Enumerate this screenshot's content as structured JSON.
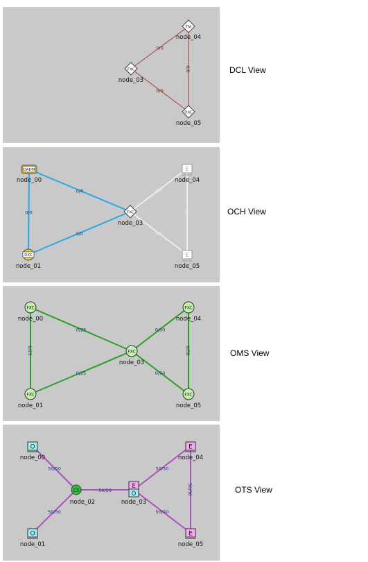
{
  "views": [
    {
      "label": "DCL View",
      "edge_color": "#a04040",
      "edge_label_color": "#6a2020",
      "nodes": [
        {
          "id": "node_04",
          "icon": "diamond",
          "badge": "TM"
        },
        {
          "id": "node_03",
          "icon": "diamond",
          "badge": "FXC"
        },
        {
          "id": "node_05",
          "icon": "diamond",
          "badge": "DXC"
        }
      ],
      "edges": [
        {
          "from": "node_03",
          "to": "node_04",
          "label": "0/0"
        },
        {
          "from": "node_03",
          "to": "node_05",
          "label": "0/0"
        },
        {
          "from": "node_04",
          "to": "node_05",
          "label": "0/0"
        }
      ]
    },
    {
      "label": "OCH View",
      "edge_color": "#2aa6e8",
      "dim_edge_color": "#ededed",
      "edge_label_color": "#1a2a7a",
      "nodes": [
        {
          "id": "node_00",
          "icon": "oadm",
          "badge": "OADM"
        },
        {
          "id": "node_01",
          "icon": "dxc",
          "badge": "DXC"
        },
        {
          "id": "node_03",
          "icon": "diamond",
          "badge": "FXC"
        },
        {
          "id": "node_04",
          "icon": "ebox-white",
          "badge": "E"
        },
        {
          "id": "node_05",
          "icon": "ebox-white",
          "badge": "E"
        }
      ],
      "edges": [
        {
          "from": "node_00",
          "to": "node_03",
          "label": "0/0",
          "dim": false
        },
        {
          "from": "node_00",
          "to": "node_01",
          "label": "0/0",
          "dim": false
        },
        {
          "from": "node_01",
          "to": "node_03",
          "label": "0/0",
          "dim": false
        },
        {
          "from": "node_03",
          "to": "node_04",
          "label": "0/0",
          "dim": true
        },
        {
          "from": "node_03",
          "to": "node_05",
          "label": "0/0",
          "dim": true
        },
        {
          "from": "node_04",
          "to": "node_05",
          "label": "0/0",
          "dim": true
        }
      ]
    },
    {
      "label": "OMS View",
      "edge_color": "#28a028",
      "edge_label_color": "#1a2a7a",
      "nodes": [
        {
          "id": "node_00",
          "icon": "fxc",
          "badge": "FXC"
        },
        {
          "id": "node_01",
          "icon": "fxc",
          "badge": "FXC"
        },
        {
          "id": "node_03",
          "icon": "fxc",
          "badge": "FXC"
        },
        {
          "id": "node_04",
          "icon": "fxc",
          "badge": "FXC"
        },
        {
          "id": "node_05",
          "icon": "fxc",
          "badge": "FXC"
        }
      ],
      "edges": [
        {
          "from": "node_00",
          "to": "node_03",
          "label": "0/25"
        },
        {
          "from": "node_00",
          "to": "node_01",
          "label": "0/25"
        },
        {
          "from": "node_01",
          "to": "node_03",
          "label": "0/25"
        },
        {
          "from": "node_03",
          "to": "node_04",
          "label": "0/50"
        },
        {
          "from": "node_03",
          "to": "node_05",
          "label": "0/50"
        },
        {
          "from": "node_04",
          "to": "node_05",
          "label": "0/50"
        }
      ]
    },
    {
      "label": "OTS View",
      "edge_color": "#b050c0",
      "edge_label_color": "#1a2a7a",
      "nodes": [
        {
          "id": "node_00",
          "icon": "obox",
          "badge": "O"
        },
        {
          "id": "node_01",
          "icon": "obox",
          "badge": "O"
        },
        {
          "id": "node_02",
          "icon": "cs",
          "badge": "CS"
        },
        {
          "id": "node_03",
          "icon": "eo-stack",
          "badge": "E",
          "badge2": "O"
        },
        {
          "id": "node_04",
          "icon": "ebox",
          "badge": "E"
        },
        {
          "id": "node_05",
          "icon": "ebox",
          "badge": "E"
        }
      ],
      "edges": [
        {
          "from": "node_00",
          "to": "node_02",
          "label": "50/50"
        },
        {
          "from": "node_01",
          "to": "node_02",
          "label": "50/50"
        },
        {
          "from": "node_02",
          "to": "node_03",
          "label": "50/50"
        },
        {
          "from": "node_03",
          "to": "node_04",
          "label": "50/50"
        },
        {
          "from": "node_03",
          "to": "node_05",
          "label": "50/50"
        },
        {
          "from": "node_04",
          "to": "node_05",
          "label": "50/50"
        }
      ]
    }
  ]
}
